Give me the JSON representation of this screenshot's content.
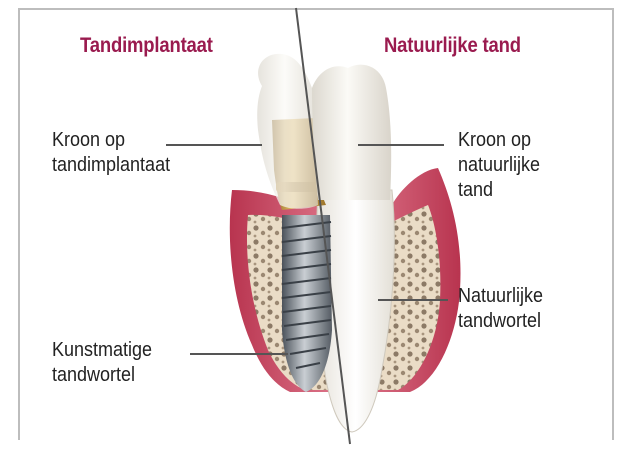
{
  "headings": {
    "implant": "Tandimplantaat",
    "natural": "Natuurlijke tand"
  },
  "labels": {
    "implant_crown": [
      "Kroon op",
      "tandimplantaat"
    ],
    "natural_crown": [
      "Kroon op",
      "natuurlijke",
      "tand"
    ],
    "natural_root": [
      "Natuurlijke",
      "tandwortel"
    ],
    "artificial_root": [
      "Kunstmatige",
      "tandwortel"
    ]
  },
  "colors": {
    "heading": "#9a1b4f",
    "gum": "#c94a63",
    "bone": "#e8d9c4",
    "tooth": "#f4f1ea",
    "titanium": "#7f8790",
    "abutment": "#c99a3c"
  }
}
